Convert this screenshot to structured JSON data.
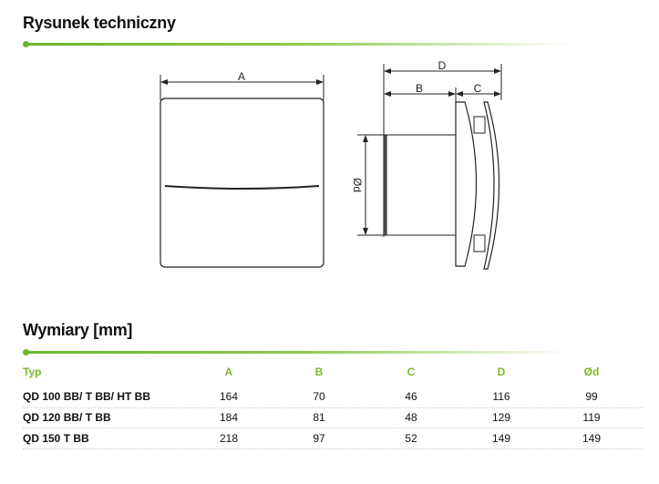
{
  "drawing": {
    "title": "Rysunek techniczny",
    "labels": {
      "a": "A",
      "b": "B",
      "c": "C",
      "d": "D",
      "od": "Ød"
    }
  },
  "dimensions": {
    "title": "Wymiary [mm]",
    "headers": [
      "Typ",
      "A",
      "B",
      "C",
      "D",
      "Ød"
    ],
    "rows": [
      [
        "QD 100 BB/ T BB/ HT BB",
        "164",
        "70",
        "46",
        "116",
        "99"
      ],
      [
        "QD 120 BB/ T BB",
        "184",
        "81",
        "48",
        "129",
        "119"
      ],
      [
        "QD 150 T BB",
        "218",
        "97",
        "52",
        "149",
        "149"
      ]
    ]
  },
  "colors": {
    "accent": "#7ab929"
  }
}
